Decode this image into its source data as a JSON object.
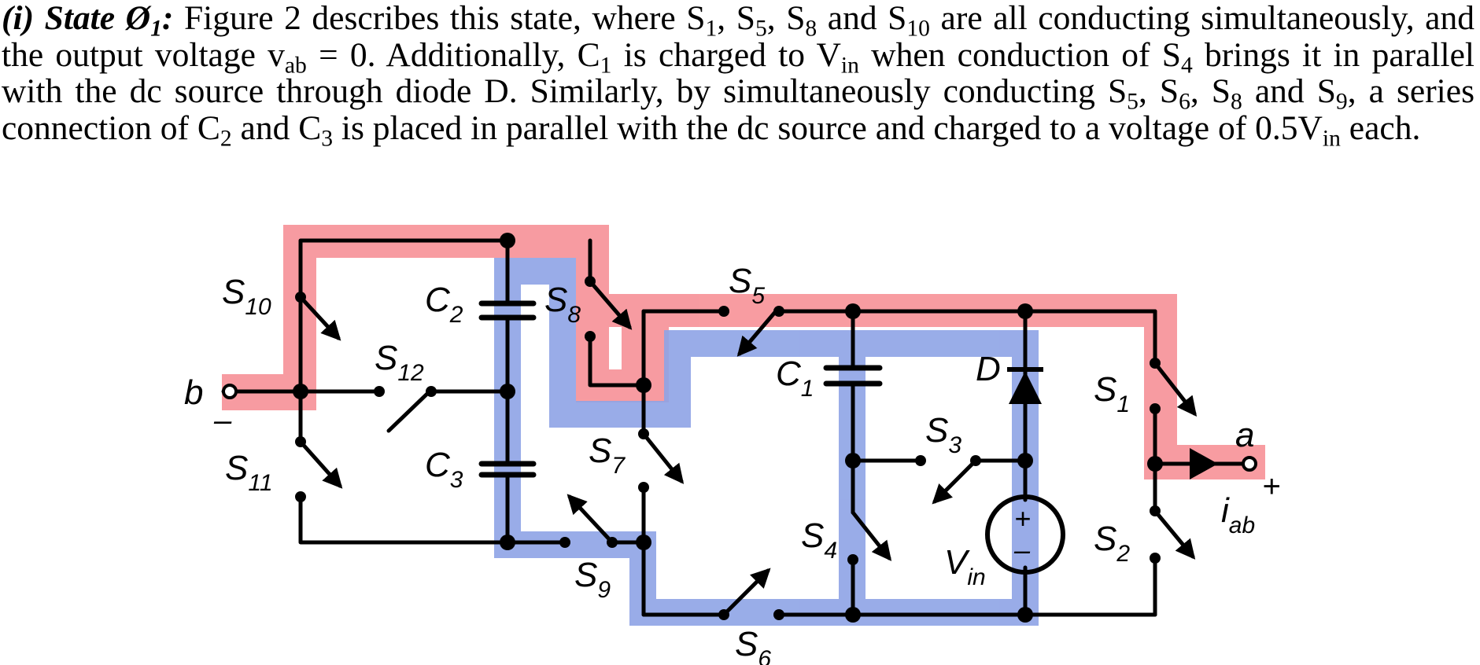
{
  "paragraph": {
    "heading": "(i) State Ø",
    "heading_sub": "1",
    "heading_colon": ":",
    "t1": " Figure 2 describes this state, where S",
    "s1": "1",
    "t2": ", S",
    "s2": "5",
    "t3": ", S",
    "s3": "8",
    "t4": " and S",
    "s4": "10",
    "t5": " are all conducting simultaneously, and the output voltage v",
    "s5": "ab",
    "t6": " = 0. Additionally, C",
    "s6": "1",
    "t7": " is charged to V",
    "s7": "in",
    "t8": " when conduction of S",
    "s8": "4",
    "t9": " brings it in parallel with the dc source through diode D. Similarly, by simultaneously conducting S",
    "s9": "5",
    "t10": ", S",
    "s10": "6",
    "t11": ", S",
    "s11": "8",
    "t12": " and S",
    "s12": "9",
    "t13": ", a series connection of C",
    "s13": "2",
    "t14": " and C",
    "s14": "3",
    "t15": " is placed in parallel with the dc source and charged to a voltage of 0.5V",
    "s15": "in",
    "t16": " each."
  },
  "circuit": {
    "colors": {
      "wire": "#000000",
      "red_path": "#f79197",
      "blue_path": "#8ea4e6"
    },
    "labels": {
      "S1": {
        "main": "S",
        "sub": "1"
      },
      "S2": {
        "main": "S",
        "sub": "2"
      },
      "S3": {
        "main": "S",
        "sub": "3"
      },
      "S4": {
        "main": "S",
        "sub": "4"
      },
      "S5": {
        "main": "S",
        "sub": "5"
      },
      "S6": {
        "main": "S",
        "sub": "6"
      },
      "S7": {
        "main": "S",
        "sub": "7"
      },
      "S8": {
        "main": "S",
        "sub": "8"
      },
      "S9": {
        "main": "S",
        "sub": "9"
      },
      "S10": {
        "main": "S",
        "sub": "10"
      },
      "S11": {
        "main": "S",
        "sub": "11"
      },
      "S12": {
        "main": "S",
        "sub": "12"
      },
      "C1": {
        "main": "C",
        "sub": "1"
      },
      "C2": {
        "main": "C",
        "sub": "2"
      },
      "C3": {
        "main": "C",
        "sub": "3"
      },
      "D": "D",
      "Vin": {
        "main": "V",
        "sub": "in"
      },
      "iab": {
        "main": "i",
        "sub": "ab"
      },
      "a": "a",
      "b": "b",
      "plus_a": "+",
      "minus_b": "–",
      "src_plus": "+",
      "src_minus": "–"
    }
  }
}
